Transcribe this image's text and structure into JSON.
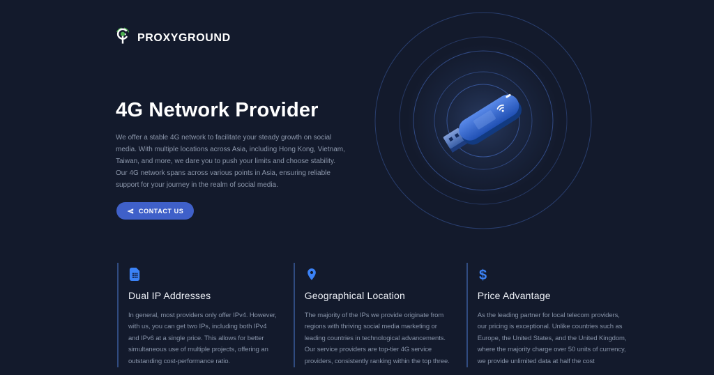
{
  "brand": {
    "name": "PROXYGROUND",
    "logo_icon": "proxyground-g-icon"
  },
  "hero": {
    "title": "4G Network Provider",
    "description_lines": [
      "We offer a stable 4G network to facilitate your steady growth on social",
      "media. With multiple locations across Asia, including Hong Kong, Vietnam,",
      "Taiwan, and more, we dare you to push your limits and choose stability.",
      "Our 4G network spans across various points in Asia, ensuring reliable",
      "support for your journey in the realm of social media."
    ],
    "cta": {
      "label": "CONTACT US",
      "icon": "send-icon"
    }
  },
  "illustration": {
    "name": "4g-usb-dongle-with-signal-rings",
    "device_icon": "wifi-icon",
    "rings": 5
  },
  "features": [
    {
      "icon": "sim-card-icon",
      "title": "Dual IP Addresses",
      "lines": [
        "In general, most providers only offer IPv4. However,",
        "with us, you can get two IPs, including both IPv4",
        "and IPv6 at a single price. This allows for better",
        "simultaneous use of multiple projects, offering an",
        "outstanding cost-performance ratio."
      ]
    },
    {
      "icon": "map-pin-icon",
      "title": "Geographical Location",
      "lines": [
        "The majority of the IPs we provide originate from",
        "regions with thriving social media marketing or",
        "leading countries in technological advancements.",
        "Our service providers are top-tier 4G service",
        "providers, consistently ranking within the top three."
      ]
    },
    {
      "icon": "dollar-icon",
      "icon_glyph": "$",
      "title": "Price Advantage",
      "lines": [
        "As the leading partner for local telecom providers,",
        "our pricing is exceptional. Unlike countries such as",
        "Europe, the United States, and the United Kingdom,",
        "where the majority charge over 50 units of currency,",
        "we provide unlimited data at half the cost"
      ]
    }
  ],
  "colors": {
    "background": "#131a2c",
    "accent_blue": "#3b82f6",
    "button_blue": "#3f60c9",
    "logo_green": "#4caf50",
    "heading_white": "#ffffff",
    "body_gray": "#8c97ab",
    "divider_blue": "#48749f",
    "ring_blue": "#3d5da6"
  }
}
